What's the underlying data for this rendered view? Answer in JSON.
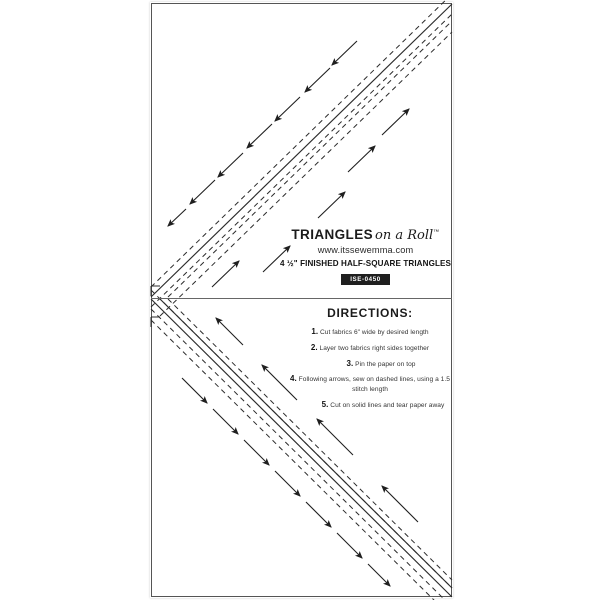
{
  "product": {
    "frame_label": "paper-pattern-sheet",
    "brand_name": "TRIANGLES",
    "brand_script": "on a Roll",
    "brand_tm": "™",
    "website": "www.itssewemma.com",
    "subtitle": "4 ½\" FINISHED HALF-SQUARE TRIANGLES",
    "sku_badge": "ISE-0450"
  },
  "directions": {
    "title": "DIRECTIONS:",
    "steps": [
      {
        "num": "1.",
        "text": "Cut fabrics 6\" wide by desired length"
      },
      {
        "num": "2.",
        "text": "Layer two fabrics right sides together"
      },
      {
        "num": "3.",
        "text": "Pin the paper on top"
      },
      {
        "num": "4.",
        "text": "Following arrows, sew on dashed lines, using a 1.5 stitch length"
      },
      {
        "num": "5.",
        "text": "Cut on solid lines and tear paper away"
      }
    ]
  },
  "pattern": {
    "top_panel_name": "upper-triangle-grid",
    "bottom_panel_name": "lower-triangle-grid",
    "solid_line_color": "#2b2b2b",
    "dashed_line_color": "#2b2b2b",
    "arrow_color": "#1f1f1f",
    "background": "#ffffff"
  }
}
